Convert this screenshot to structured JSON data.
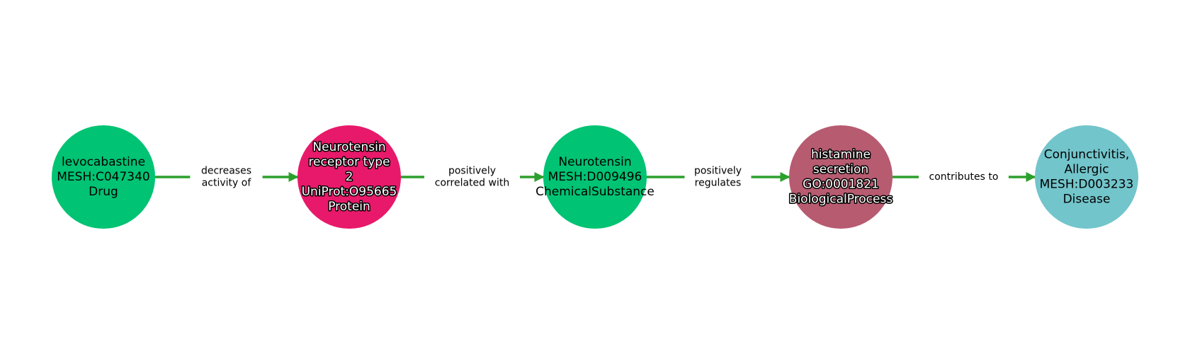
{
  "edge_color": "#2ca02c",
  "nodes": [
    {
      "lines": [
        "levocabastine",
        "MESH:C047340",
        "Drug"
      ],
      "color": "#00c373",
      "outlined": false
    },
    {
      "lines": [
        "Neurotensin",
        "receptor type",
        "2",
        "UniProt:O95665",
        "Protein"
      ],
      "color": "#e8196a",
      "outlined": true
    },
    {
      "lines": [
        "Neurotensin",
        "MESH:D009496",
        "ChemicalSubstance"
      ],
      "color": "#00c373",
      "outlined": false
    },
    {
      "lines": [
        "histamine",
        "secretion",
        "GO:0001821",
        "BiologicalProcess"
      ],
      "color": "#b75b70",
      "outlined": true
    },
    {
      "lines": [
        "Conjunctivitis,",
        "Allergic",
        "MESH:D003233",
        "Disease"
      ],
      "color": "#72c5cb",
      "outlined": false
    }
  ],
  "edges": [
    {
      "from": 0,
      "to": 1,
      "lines": [
        "decreases",
        "activity of"
      ]
    },
    {
      "from": 1,
      "to": 2,
      "lines": [
        "positively",
        "correlated with"
      ]
    },
    {
      "from": 2,
      "to": 3,
      "lines": [
        "positively",
        "regulates"
      ]
    },
    {
      "from": 3,
      "to": 4,
      "lines": [
        "contributes to"
      ]
    }
  ]
}
